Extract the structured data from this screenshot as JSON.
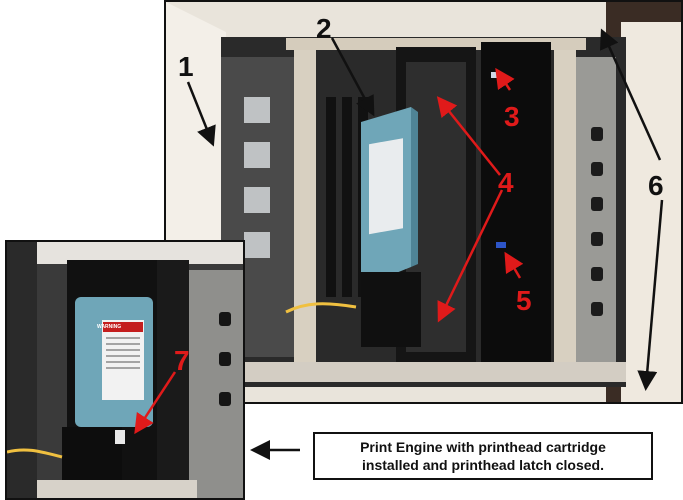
{
  "figure": {
    "caption_line1": "Print Engine with printhead cartridge",
    "caption_line2": "installed and printhead latch closed.",
    "colors": {
      "callout_black": "#111111",
      "callout_red": "#e01a1a",
      "cartridge_blue": "#6fa6b8",
      "frame_beige": "#ede7dc",
      "frame_dark": "#1a1a1a"
    }
  },
  "callouts": {
    "c1": "1",
    "c2": "2",
    "c3": "3",
    "c4": "4",
    "c5": "5",
    "c6": "6",
    "c7": "7"
  },
  "label": {
    "warning_text": "WARNING"
  }
}
